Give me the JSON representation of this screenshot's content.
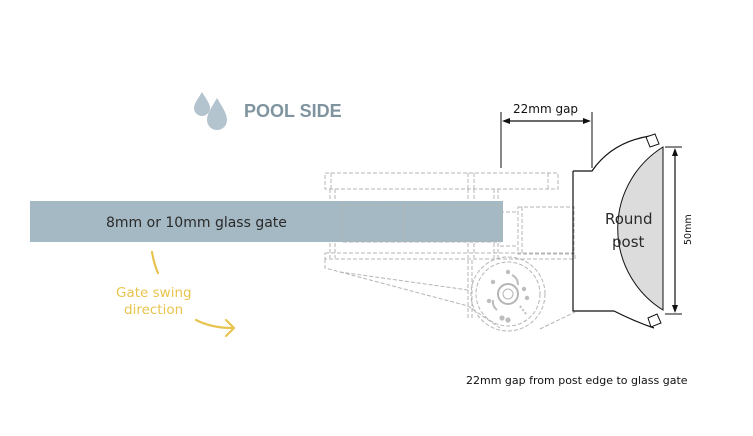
{
  "title": "POOL SIDE",
  "glass_label": "8mm or 10mm glass gate",
  "swing_label": [
    "Gate swing",
    "direction"
  ],
  "post_label": [
    "Round",
    "post"
  ],
  "gap_label": "22mm gap",
  "post_dimension": "50mm",
  "footnote": "22mm gap from post edge to glass gate",
  "colors": {
    "title": "#7f949e",
    "drop": "#b3c4cf",
    "glass": "#a4b9c3",
    "swing": "#e8c44e",
    "post_fill": "#dcdcdc",
    "hinge_dashes": "#b5b5b5",
    "lines": "#111111"
  }
}
